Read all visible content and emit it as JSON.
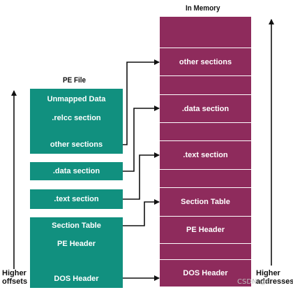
{
  "pe_file": {
    "title": "PE File",
    "sections": [
      "Unmapped Data",
      ".relcc section",
      "other sections",
      ".data section",
      ".text section",
      "Section Table",
      "PE Header",
      "DOS Header"
    ]
  },
  "memory": {
    "title": "In Memory",
    "sections": [
      "other sections",
      ".data section",
      ".text section",
      "Section Table",
      "PE Header",
      "DOS Header"
    ]
  },
  "left_axis": {
    "line1": "Higher",
    "line2": "offsets"
  },
  "right_axis": {
    "line1": "Higher",
    "line2": "addresses"
  },
  "watermark": "CSDN @ll",
  "colors": {
    "pe_block": "#11907f",
    "memory_block": "#8e2b5c",
    "arrow": "#111111"
  }
}
